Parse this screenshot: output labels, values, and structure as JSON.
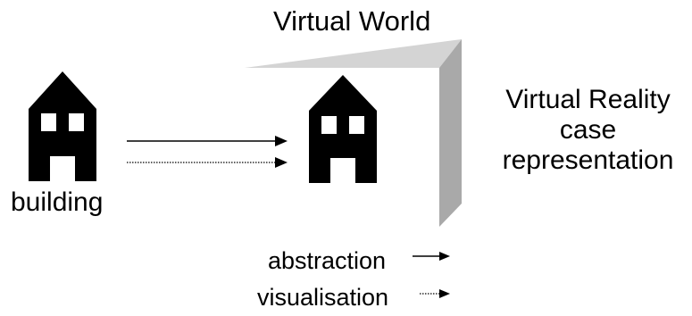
{
  "title": "Virtual World",
  "building_label": "building",
  "vr_label": "Virtual Reality case representation",
  "legend": {
    "abstraction_label": "abstraction",
    "visualisation_label": "visualisation"
  },
  "colors": {
    "panel_top": "#d4d4d4",
    "panel_side": "#a9a9a9",
    "house": "#000000",
    "window": "#ffffff",
    "abstraction_arrow": "#000000",
    "visualisation_arrow": "#000000"
  },
  "icons": [
    "house-icon",
    "solid-arrow-icon",
    "dotted-arrow-icon"
  ]
}
